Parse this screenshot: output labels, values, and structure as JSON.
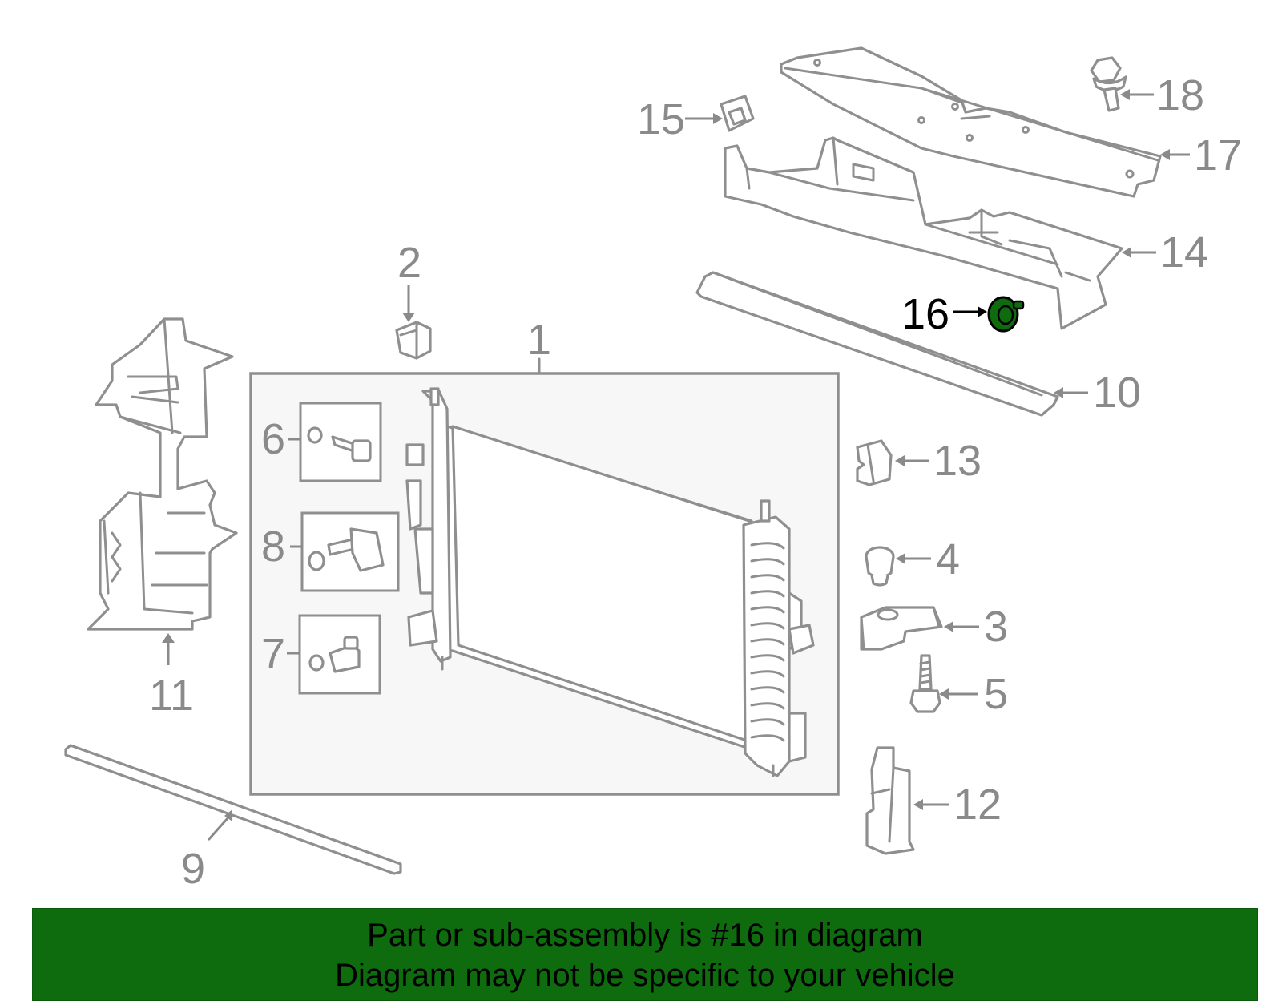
{
  "diagram": {
    "highlight_color": "#0e6b0e",
    "line_color": "#8f8f8f",
    "callouts": {
      "c1": "1",
      "c2": "2",
      "c3": "3",
      "c4": "4",
      "c5": "5",
      "c6": "6",
      "c7": "7",
      "c8": "8",
      "c9": "9",
      "c10": "10",
      "c11": "11",
      "c12": "12",
      "c13": "13",
      "c14": "14",
      "c15": "15",
      "c16": "16",
      "c17": "17",
      "c18": "18"
    },
    "highlighted_part": "16"
  },
  "banner": {
    "line1": "Part or sub-assembly is #16 in diagram",
    "line2": "Diagram may not be specific to your vehicle",
    "background_color": "#0e6b0e"
  }
}
